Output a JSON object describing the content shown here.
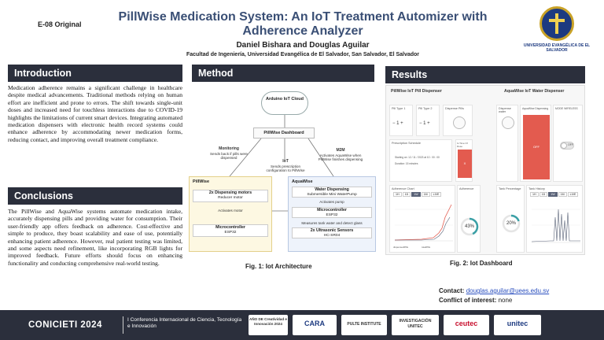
{
  "header": {
    "code": "E-08 Original",
    "title": "PillWise Medication System: An IoT Treatment Automizer with Adherence Analyzer",
    "authors": "Daniel Bishara and Douglas Aguilar",
    "affiliation": "Facultad de Ingeniería, Universidad Evangélica de El Salvador, San Salvador, El Salvador",
    "logo_text": "UNIVERSIDAD EVANGÉLICA DE EL SALVADOR"
  },
  "intro": {
    "heading": "Introduction",
    "text": "Medication adherence remains a significant challenge in healthcare despite medical advancements. Traditional methods relying on human effort are inefficient and prone to errors. The shift towards single-unit doses and increased need for touchless interactions due to COVID-19 highlights the limitations of current smart devices. Integrating automated medication dispensers with electronic health record systems could enhance adherence by accommodating newer medication forms, reducing contact, and improving overall treatment compliance."
  },
  "conclusions": {
    "heading": "Conclusions",
    "text": "The PillWise and AquaWise systems automate medication intake, accurately dispensing pills and providing water for consumption. Their user-friendly app offers feedback on adherence. Cost-effective and simple to produce, they boast scalability and ease of use, potentially enhancing patient adherence. However, real patient testing was limited, and some aspects need refinement, like incorporating RGB lights for improved feedback. Future efforts should focus on enhancing functionality and conducting comprehensive real-world testing."
  },
  "method": {
    "heading": "Method",
    "cloud": "Arduino IoT Cloud",
    "dashboard": "PillWise Dashboard",
    "monitoring_title": "Monitoring",
    "monitoring_text": "Sends back if pills were dispensed",
    "iot_title": "IoT",
    "iot_text": "Sends prescription configuration to PillWise",
    "m2m_title": "M2M",
    "m2m_text": "Activates AquaWise when PillWise finishes dispensing",
    "pillwise": {
      "title": "PillWise",
      "motors_title": "2x Dispensing motors",
      "motors_sub": "Reducer motor",
      "activates": "Activates motor",
      "mcu_title": "Microcontroller",
      "mcu_sub": "ESP32"
    },
    "aquawise": {
      "title": "AquaWise",
      "water_title": "Water Dispensing",
      "water_sub": "Submersible Mini WaterPump",
      "activates": "Activates pump",
      "mcu_title": "Microcontroller",
      "mcu_sub": "ESP32",
      "measures": "Measures tank water and detect glass",
      "sensor_title": "2x Ultrasonic Sensors",
      "sensor_sub": "HC-SR04"
    },
    "caption": "Fig. 1: Iot Architecture"
  },
  "results": {
    "heading": "Results",
    "pill_title": "PillWise IoT Pill Dispenser",
    "aqua_title": "AquaWise IoT Water Dispenser",
    "pill_type1": "Pill Type 1",
    "pill_type2": "Pill Type 2",
    "dispense": "Dispense Pills",
    "dispense_water": "Dispense water",
    "aqua_dispensing": "AquaWise Dispensing",
    "mode_wifi": "MODE WIRELESS",
    "stepper1": "−   1   +",
    "stepper2": "−   1   +",
    "schedule": "Prescription Schedule",
    "starting": "Starting on:   12 / 11 / 2023 at 10 : 00 : 00",
    "duration": "Duration:   15 minutes",
    "time_of_dose": "Is Time Of Dose",
    "x_label": "X",
    "off": "OFF",
    "off_toggle": "OFF",
    "adherence_chart": "Adherence Chart",
    "adherence": "Adherence",
    "tank_percentage": "Tank Percentage",
    "tank_history": "Tank History",
    "tabs": [
      "1H",
      "1D",
      "1W",
      "1M",
      "LIVE"
    ],
    "legend1": "dispensedPills",
    "legend2": "totalPills",
    "gauge1": "43%",
    "gauge2": "20%",
    "caption": "Fig. 2: Iot Dashboard"
  },
  "contact": {
    "label": "Contact:",
    "email": "douglas.aguilar@uees.edu.sv",
    "coi_label": "Conflict of interest:",
    "coi_value": "none"
  },
  "footer": {
    "conference": "CONICIETI 2024",
    "description": "I Conferencia Internacional de Ciencia, Tecnología e Innovación",
    "sponsors": [
      "AÑO DE Creatividad e Innovación 2024",
      "CARA",
      "PULTE INSTITUTE",
      "INVESTIGACIÓN UNITEC",
      "ceutec",
      "unitec"
    ]
  }
}
